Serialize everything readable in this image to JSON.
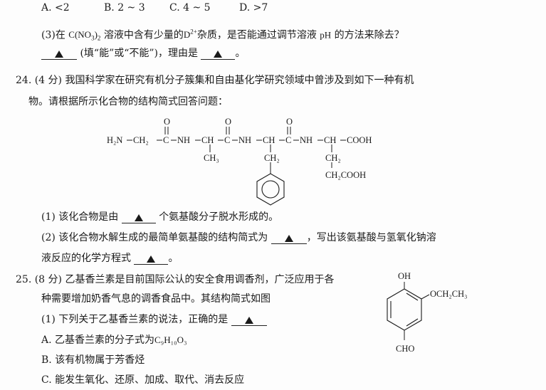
{
  "q23": {
    "options": [
      "A. <2",
      "B. 2 ~ 3",
      "C. 4 ~ 5",
      "D. >7"
    ],
    "part3": {
      "num": "(3)",
      "text_a": "在",
      "formula": "C(NO",
      "formula_sub": "3",
      "formula_close": ")",
      "formula_sub2": "2",
      "text_b": "溶液中含有少量的",
      "ion": "D",
      "ion_sup": "2+",
      "text_c": "杂质，是否能通过调节溶液",
      "ph": "pH",
      "text_d": "的方法来除去？",
      "answer_hint": "(填“能”或“不能”)，理由是",
      "period": "。"
    }
  },
  "q24": {
    "header": "24. (4 分) 我国科学家在研究有机分子簇集和自由基化学研究领域中曾涉及到如下一种有机",
    "header2": "物。请根据所示化合物的结构简式回答问题：",
    "structure": {
      "h2n": "H₂N",
      "ch2": "CH₂",
      "c": "C",
      "o": "O",
      "nh": "NH",
      "ch": "CH",
      "ch3": "CH₃",
      "cooh": "COOH",
      "ch2cooh": "CH₂COOH"
    },
    "q1_a": "(1) 该化合物是由",
    "q1_b": "个氨基酸分子脱水形成的。",
    "q2_a": "(2) 该化合物水解生成的最简单氨基酸的结构简式为",
    "q2_b": "，写出该氨基酸与氢氧化钠溶",
    "q2_c": "液反应的化学方程式",
    "q2_d": "。"
  },
  "q25": {
    "header": "25. (8 分) 乙基香兰素是目前国际公认的安全食用调香剂，广泛应用于各",
    "header2": "种需要增加奶香气息的调香食品中。其结构简式如图",
    "q1": "(1) 下列关于乙基香兰素的说法，正确的是",
    "optA_a": "A. 乙基香兰素的分子式为",
    "optA_formula": "C₉H₁₀O₃",
    "optB": "B. 该有机物属于芳香烃",
    "optC": "C. 能发生氧化、还原、加成、取代、消去反应",
    "structure": {
      "oh": "OH",
      "och2ch3": "OCH₂CH₃",
      "cho": "CHO"
    }
  }
}
